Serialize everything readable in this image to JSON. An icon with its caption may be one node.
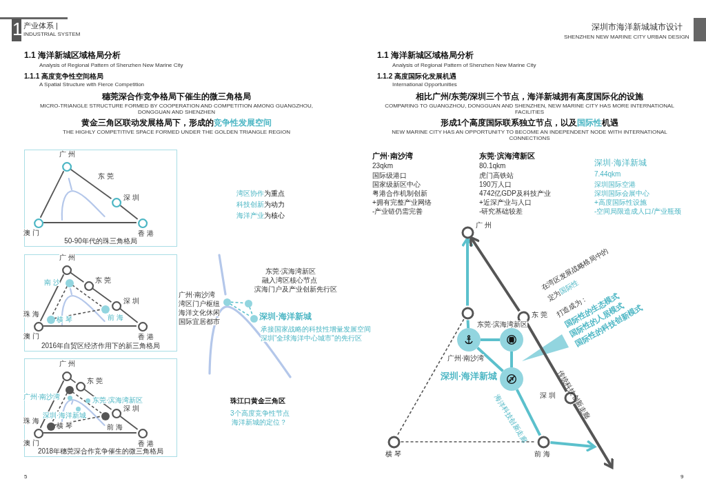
{
  "diagram": {
    "nodes": [
      {
        "text": [
          "50-90年代的珠三角格局"
        ]
      },
      {
        "text": [],
        "shape": "circle",
        "in": 0,
        "beside": [
          "广 州"
        ]
      },
      {
        "text": [],
        "shape": "circle",
        "in": 0,
        "beside": [
          "深 圳"
        ]
      },
      {
        "text": [],
        "shape": "circle",
        "in": 0,
        "beside": [
          "澳 门"
        ]
      },
      {
        "text": [],
        "shape": "circle",
        "in": 0,
        "beside": [
          "香 港"
        ]
      },
      {
        "text": [
          "2016年自贸区经济作用下的新三角格局"
        ]
      },
      {
        "text": [],
        "shape": "circle",
        "in": 5,
        "beside": [
          "广 州"
        ]
      },
      {
        "text": [],
        "shape": "circle",
        "in": 5,
        "beside": [
          "东 莞"
        ]
      },
      {
        "text": [],
        "shape": "circle",
        "in": 5,
        "beside": [
          "深 圳"
        ]
      },
      {
        "text": [],
        "shape": "circle",
        "in": 5,
        "beside": [
          "珠 海",
          "澳 门"
        ]
      },
      {
        "text": [],
        "shape": "circle",
        "in": 5,
        "beside": [
          "香 港"
        ]
      },
      {
        "text": [],
        "shape": "circle",
        "in": 5,
        "beside": [
          "南 沙"
        ]
      },
      {
        "text": [],
        "shape": "circle",
        "in": 5,
        "beside": [
          "前 海"
        ]
      },
      {
        "text": [],
        "shape": "circle",
        "in": 5,
        "beside": [
          "横 琴"
        ]
      },
      {
        "text": [
          "2018年穗莞深合作竞争催生的微三角格局"
        ]
      },
      {
        "text": [],
        "shape": "circle",
        "in": 14,
        "beside": [
          "广 州"
        ]
      },
      {
        "text": [],
        "shape": "circle",
        "in": 14,
        "beside": [
          "东 莞"
        ]
      },
      {
        "text": [],
        "shape": "circle",
        "in": 14,
        "beside": [
          "深 圳"
        ]
      },
      {
        "text": [],
        "shape": "circle",
        "in": 14,
        "beside": [
          "珠 海",
          "澳 门"
        ]
      },
      {
        "text": [],
        "shape": "circle",
        "in": 14,
        "beside": [
          "香 港"
        ]
      },
      {
        "text": [],
        "shape": "circle",
        "in": 14
      },
      {
        "text": [],
        "shape": "circle",
        "in": 14,
        "beside": [
          "前 海"
        ]
      },
      {
        "text": [],
        "shape": "circle",
        "in": 14,
        "beside": [
          "横 琴"
        ]
      },
      {
        "text": [],
        "shape": "circle",
        "in": 14,
        "beside": [
          "广州·南沙湾"
        ]
      },
      {
        "text": [],
        "shape": "circle",
        "in": 14,
        "beside": [
          "东莞·滨海湾新区"
        ]
      },
      {
        "text": [],
        "shape": "circle",
        "in": 14,
        "beside": [
          "深圳·海洋新城"
        ]
      },
      {
        "text": [],
        "shape": "circle",
        "beside": [
          "广州·南沙湾",
          "湾区门户枢纽",
          "海洋文化休闲",
          "国际宜居都市"
        ]
      },
      {
        "text": [],
        "shape": "circle",
        "beside": [
          "东莞·滨海湾新区",
          "融入湾区核心节点",
          "滨海门户及产业创新先行区"
        ]
      },
      {
        "text": [],
        "shape": "circle",
        "beside": [
          "深圳·海洋新城",
          "承接国家战略的科技性增量发展空间",
          "深圳“全球海洋中心城市”的先行区"
        ]
      },
      {
        "text": [],
        "shape": "circle",
        "beside": [
          "广 州"
        ]
      },
      {
        "text": [],
        "shape": "circle"
      },
      {
        "text": [],
        "shape": "circle",
        "beside": [
          "东 莞"
        ]
      },
      {
        "text": [],
        "shape": "circle",
        "beside": [
          "广州·南沙湾"
        ]
      },
      {
        "text": [],
        "shape": "circle",
        "beside": [
          "东莞·滨海湾新区"
        ]
      },
      {
        "text": [],
        "shape": "circle",
        "beside": [
          "深圳·海洋新城"
        ]
      },
      {
        "text": [],
        "shape": "circle",
        "beside": [
          "深 圳"
        ]
      },
      {
        "text": [],
        "shape": "circle",
        "beside": [
          "横 琴"
        ]
      },
      {
        "text": [],
        "shape": "circle",
        "beside": [
          "前 海"
        ]
      }
    ],
    "edges": [
      {
        "from": 1,
        "to": 3,
        "arrow": "none"
      },
      {
        "from": 3,
        "to": 4,
        "arrow": "none"
      },
      {
        "from": 1,
        "to": 2,
        "arrow": "none"
      },
      {
        "from": 2,
        "to": 4,
        "arrow": "none"
      },
      {
        "from": 6,
        "to": 7,
        "arrow": "none"
      },
      {
        "from": 7,
        "to": 8,
        "arrow": "none"
      },
      {
        "from": 8,
        "to": 10,
        "arrow": "none"
      },
      {
        "from": 6,
        "to": 9,
        "arrow": "none"
      },
      {
        "from": 9,
        "to": 10,
        "arrow": "none"
      },
      {
        "from": 11,
        "to": 13,
        "arrow": "none",
        "style": "dashed"
      },
      {
        "from": 13,
        "to": 12,
        "arrow": "none",
        "style": "dashed"
      },
      {
        "from": 11,
        "to": 12,
        "arrow": "none",
        "style": "dashed"
      },
      {
        "from": 15,
        "to": 16,
        "arrow": "none"
      },
      {
        "from": 16,
        "to": 17,
        "arrow": "none"
      },
      {
        "from": 17,
        "to": 19,
        "arrow": "none"
      },
      {
        "from": 15,
        "to": 18,
        "arrow": "none"
      },
      {
        "from": 18,
        "to": 19,
        "arrow": "none"
      },
      {
        "from": 20,
        "to": 22,
        "arrow": "none",
        "style": "dashed"
      },
      {
        "from": 22,
        "to": 21,
        "arrow": "none",
        "style": "dashed"
      },
      {
        "from": 20,
        "to": 21,
        "arrow": "none",
        "style": "dashed"
      },
      {
        "from": 26,
        "to": 27,
        "arrow": "none",
        "style": "dashed",
        "color": "#5bc0cc"
      },
      {
        "from": 27,
        "to": 28,
        "arrow": "none",
        "style": "dashed",
        "color": "#5bc0cc"
      },
      {
        "from": 26,
        "to": 28,
        "arrow": "none",
        "style": "dashed",
        "color": "#5bc0cc"
      },
      {
        "from": 30,
        "to": 29,
        "arrow": "to",
        "style": "thick",
        "color": "#5bc0cc"
      },
      {
        "from": 30,
        "to": 32,
        "arrow": "none",
        "style": "thick",
        "color": "#5bc0cc"
      },
      {
        "from": 32,
        "to": 33,
        "arrow": "none",
        "style": "thick",
        "color": "#5bc0cc"
      },
      {
        "from": 33,
        "to": 34,
        "arrow": "none",
        "style": "thick",
        "color": "#5bc0cc"
      },
      {
        "from": 32,
        "to": 34,
        "arrow": "none",
        "style": "thick",
        "color": "#5bc0cc"
      },
      {
        "from": 34,
        "to": 37,
        "arrow": "none",
        "style": "thick",
        "color": "#5bc0cc"
      },
      {
        "from": 37,
        "to": null,
        "arrow": "to",
        "style": "thick",
        "color": "#5bc0cc"
      },
      {
        "from": 31,
        "to": 29,
        "arrow": "to",
        "style": "thick"
      },
      {
        "from": 31,
        "to": 35,
        "arrow": "none",
        "style": "thick"
      },
      {
        "from": 35,
        "to": null,
        "arrow": "to",
        "style": "thick"
      },
      {
        "from": 30,
        "to": 36,
        "arrow": "none",
        "style": "dashed"
      },
      {
        "from": 36,
        "to": 37,
        "arrow": "none",
        "style": "dashed"
      }
    ],
    "labels": [
      "产业体系 |",
      "INDUSTRIAL SYSTEM",
      "1",
      "1.1 海洋新城区域格局分析",
      "Analysis of Regional Pattern of Shenzhen New Marine City",
      "1.1.1 高度竞争性空间格局",
      "A Spatial Structure with Fierce Competition",
      "穗莞深合作竞争格局下催生的微三角格局",
      "MICRO-TRIANGLE STRUCTURE FORMED BY COOPERATION AND COMPETITION AMONG GUANGZHOU, DONGGUAN AND SHENZHEN",
      "黄金三角区联动发展格局下，形成的",
      "竞争性发展空间",
      "THE HIGHLY COMPETITIVE SPACE FORMED UNDER THE GOLDEN TRIANGLE REGION",
      "东 莞",
      "湾区协作",
      "为重点",
      "科技创新",
      "为动力",
      "海洋产业",
      "为核心",
      "珠江口黄金三角区",
      "3个高度竞争性节点",
      "海洋新城的定位？",
      "5",
      "深圳市海洋新城城市设计",
      "SHENZHEN NEW MARINE CITY URBAN DESIGN",
      "1.1 海洋新城区域格局分析",
      "Analysis of Regional Pattern of Shenzhen New Marine City",
      "1.1.2 高度国际化发展机遇",
      "International Opportunities",
      "相比广州/东莞/深圳三个节点，海洋新城拥有高度国际化的设施",
      "COMPARING TO GUANGZHOU, DONGGUAN AND SHENZHEN, NEW MARINE CITY HAS MORE INTERNATIONAL FACILITIES",
      "形成1个高度国际联系独立节点，以及",
      "国际性",
      "机遇",
      "NEW MARINE CITY HAS AN OPPORTUNITY TO BECOME AN INDEPENDENT NODE WITH INTERNATIONAL CONNECTIONS",
      "广州·南沙湾",
      "23qkm",
      "国际级港口",
      "国家级新区中心",
      "+拥有完整产业网络",
      "粤港合作机制创新",
      "-产业链仍需完善",
      "东莞·滨海湾新区",
      "80.1qkm",
      "虎门高铁站",
      "190万人口",
      "+近深产业与人口",
      "4742亿GDP及科技产业",
      "-研究基础较差",
      "深圳·海洋新城",
      "7.44qkm",
      "深圳国际空港",
      "+高度国际性设施",
      "深圳国际会展中心",
      "-空间局限造成人口/产业瓶颈",
      "在湾区发展战略格局中的",
      "定为",
      "国际性",
      "打造成为：",
      "国际性的生态模式",
      "国际性的人居模式",
      "国际性的科技创新模式",
      "传统科技创新走廊",
      "海洋科技创新走廊",
      "9"
    ]
  }
}
